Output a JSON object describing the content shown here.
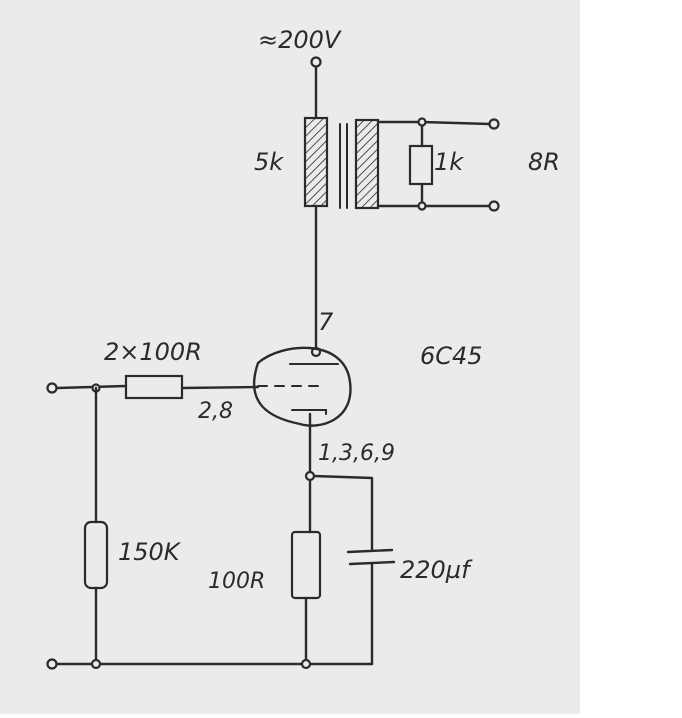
{
  "labels": {
    "supply": "≈200V",
    "transformer_primary": "5k",
    "transformer_secondary_resistor": "1k",
    "speaker_impedance": "8R",
    "anode_pin": "7",
    "tube_type": "6C45",
    "grid_resistor": "2×100R",
    "grid_pins": "2,8",
    "cathode_pins": "1,3,6,9",
    "grid_leak_resistor": "150K",
    "cathode_resistor": "100R",
    "bypass_capacitor": "220µf"
  },
  "colors": {
    "paper": "#ebebed",
    "ink": "#2b2b2b"
  }
}
